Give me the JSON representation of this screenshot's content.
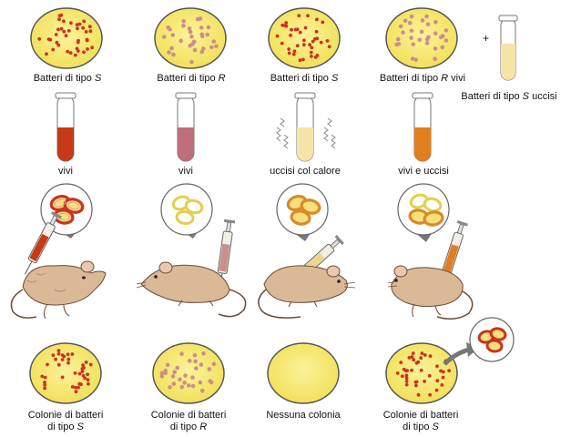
{
  "columns": [
    {
      "top_label": [
        "Batteri di tipo ",
        "S",
        ""
      ],
      "tube_label": "vivi",
      "bottom_label": [
        "Colonie di batteri",
        "di tipo ",
        "S"
      ]
    },
    {
      "top_label": [
        "Batteri di tipo ",
        "R",
        ""
      ],
      "tube_label": "vivi",
      "bottom_label": [
        "Colonie di batteri",
        "di tipo ",
        "R"
      ]
    },
    {
      "top_label": [
        "Batteri di tipo ",
        "S",
        ""
      ],
      "tube_label": "uccisi col calore",
      "bottom_label": [
        "Nessuna colonia",
        "",
        ""
      ]
    },
    {
      "top_label": [
        "Batteri di tipo ",
        "R",
        " vivi"
      ],
      "tube_label": "vivi e uccisi",
      "bottom_label": [
        "Colonie di batteri",
        "di tipo ",
        "S"
      ]
    }
  ],
  "plus_sign": "+",
  "extra_tube_label": [
    "Batteri di tipo ",
    "S",
    " uccisi"
  ],
  "colors": {
    "plate_fill": "#f7e96a",
    "plate_rim": "#555555",
    "s_colony": "#c8341f",
    "r_colony": "#c9908a",
    "tube_live_s": "#c63a16",
    "tube_live_r": "#bf6e7c",
    "tube_heat_killed": "#f6e3a6",
    "tube_mixed": "#df7f1e",
    "mouse_body": "#d9b996"
  }
}
